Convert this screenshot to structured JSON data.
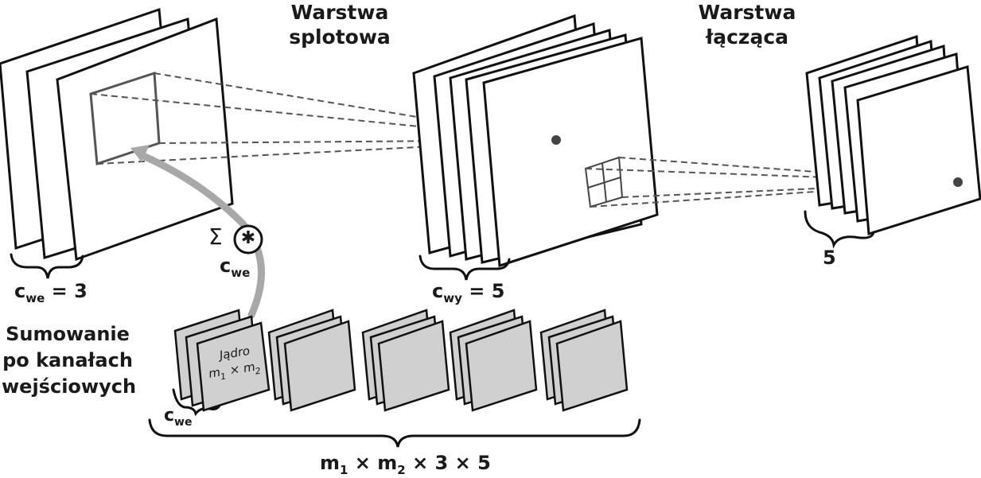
{
  "labels": {
    "conv_layer": "Warstwa\nsplotowa",
    "pool_layer": "Warstwa\nłącząca",
    "cwe_main": "c",
    "cwe_main_sub": "we",
    "cwe_main_value": "= 3",
    "cwy_main": "c",
    "cwy_main_sub": "wy",
    "cwy_main_value": "= 5",
    "pool_count": "5",
    "sum_symbol": "Σ",
    "conv_symbol": "✱",
    "sum_c": "c",
    "sum_c_sub": "we",
    "sum_channels": "Sumowanie\npo kanałach\nwejściowych",
    "kernel_word": "Jądro",
    "kernel_m1": "m",
    "kernel_m1_sub": "1",
    "kernel_times": " × ",
    "kernel_m2": "m",
    "kernel_m2_sub": "2",
    "kernel_c": "c",
    "kernel_c_sub": "we",
    "bottom_m1": "m",
    "bottom_m1_sub": "1",
    "bottom_x1": " × ",
    "bottom_m2": "m",
    "bottom_m2_sub": "2",
    "bottom_rest": " × 3 × 5"
  },
  "colors": {
    "stroke": "#111111",
    "dash": "#555555",
    "kernel_fill": "#d0d0d0",
    "arrow": "#a8a8a8",
    "dot": "#444444"
  }
}
